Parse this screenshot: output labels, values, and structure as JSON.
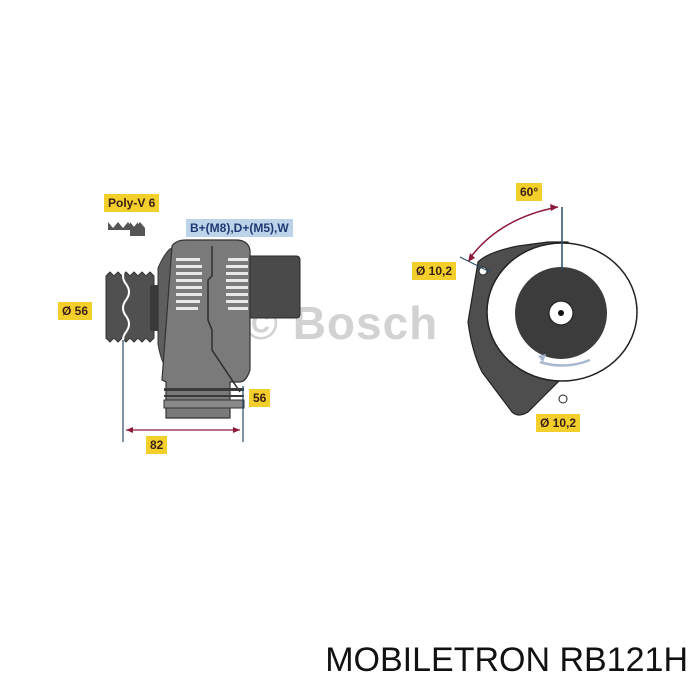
{
  "diagram": {
    "watermark": "© Bosch",
    "watermark_text": "Bosch",
    "side_view": {
      "belt_label": "Poly-V 6",
      "terminals_label": "B+(M8),D+(M5),W",
      "pulley_diameter_label": "Ø 56",
      "mount_depth_label": "56",
      "overall_length_label": "82"
    },
    "front_view": {
      "angle_label": "60°",
      "upper_hole_label": "Ø 10,2",
      "lower_hole_label": "Ø 10,2"
    },
    "colors": {
      "label_yellow": "#f2cf2b",
      "label_blue": "#bcd3ea",
      "body_gray": "#6e6e6e",
      "dark_gray": "#4a4a4a",
      "dimension_red": "#8b1a3a",
      "dimension_blue": "#2a4a6a"
    }
  },
  "footer": {
    "product": "MOBILETRON RB121H"
  }
}
